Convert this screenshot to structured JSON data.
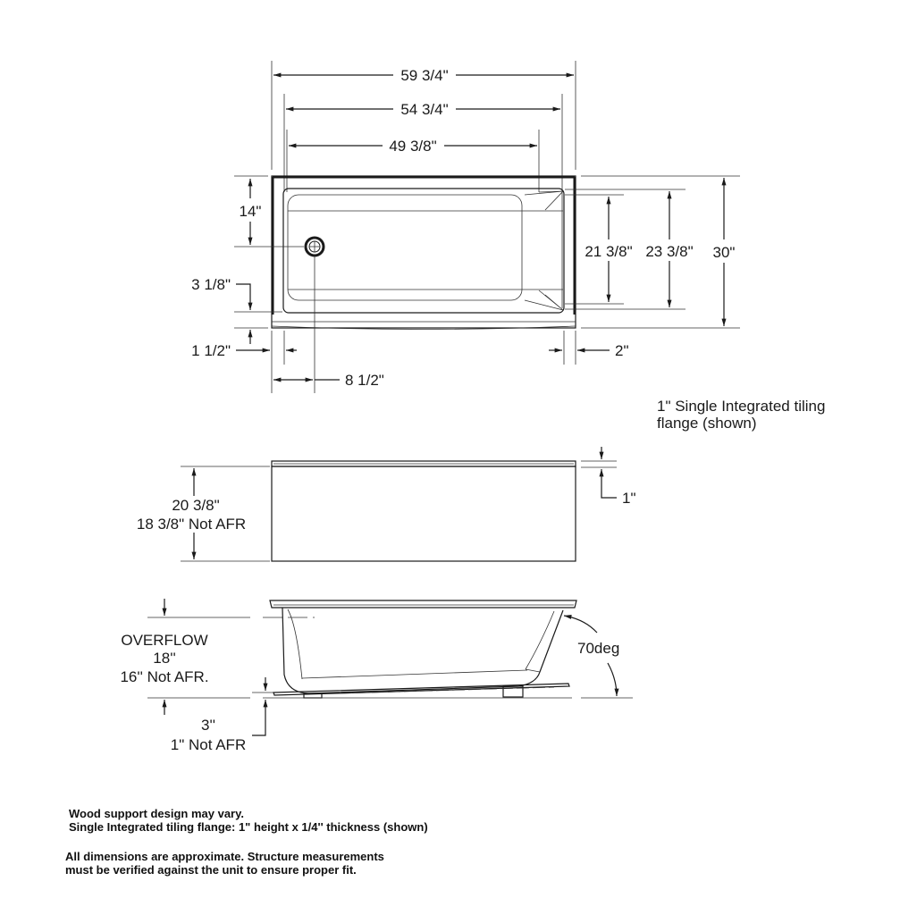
{
  "top_view": {
    "overall_length": "59 3/4\"",
    "flange_length": "54 3/4\"",
    "interior_length": "49 3/8\"",
    "drain_from_back": "14\"",
    "front_skirt_offset": "3 1/8\"",
    "flange_inset_left": "1 1/2\"",
    "drain_from_end": "8 1/2\"",
    "flange_inset_right": "2\"",
    "interior_width": "21 3/8\"",
    "flange_width": "23 3/8\"",
    "overall_width": "30\""
  },
  "flange_caption": {
    "line1": "1\" Single Integrated tiling",
    "line2": "flange (shown)"
  },
  "front_view": {
    "height_line1": "20 3/8\"",
    "height_line2": "18 3/8\" Not AFR",
    "flange_height": "1\""
  },
  "section_view": {
    "overflow_label": "OVERFLOW",
    "overflow_height": "18''",
    "overflow_not_afr": "16'' Not AFR.",
    "base_height": "3''",
    "base_not_afr": "1\" Not AFR",
    "angle": "70deg"
  },
  "notes": {
    "line1": "Wood support design may vary.",
    "line2": "Single Integrated tiling flange: 1\" height x 1/4'' thickness (shown)",
    "line3": "All dimensions are approximate. Structure measurements",
    "line4": "must be verified against the unit to ensure proper fit."
  }
}
